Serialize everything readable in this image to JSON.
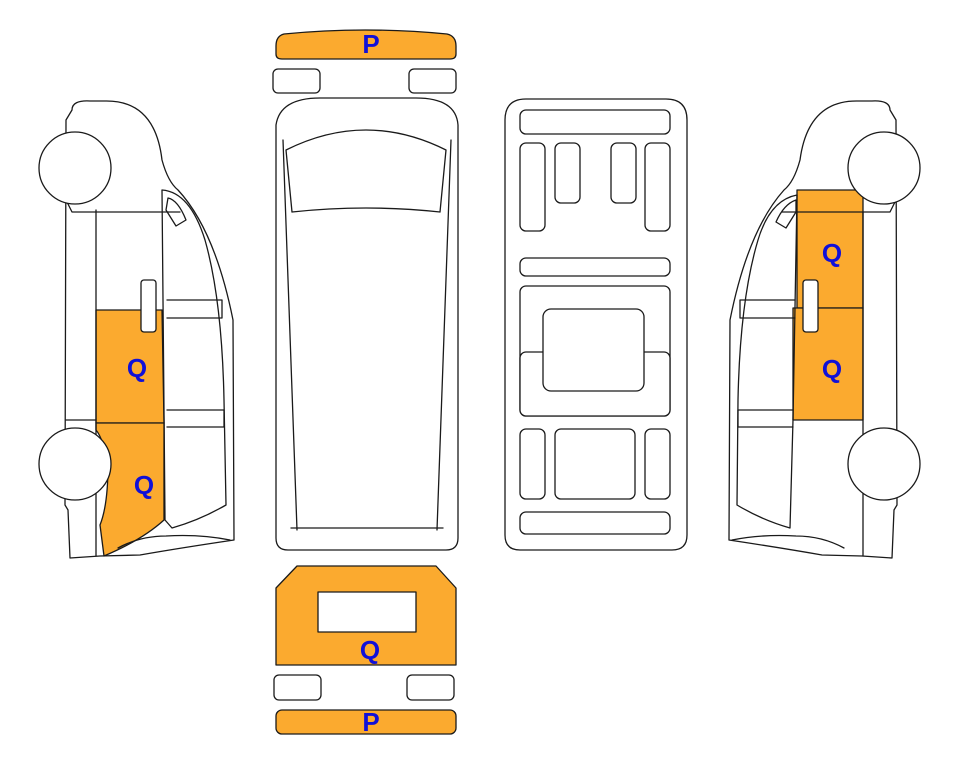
{
  "colors": {
    "highlight": "#FBAA2F",
    "label": "#1010D8",
    "outline": "#1a1a1a",
    "background": "#ffffff"
  },
  "views": {
    "front_bumper": {
      "label": "P"
    },
    "left_rear_door": {
      "label": "Q"
    },
    "left_rear_quarter": {
      "label": "Q"
    },
    "right_front_panel": {
      "label": "Q"
    },
    "right_lower_panel": {
      "label": "Q"
    },
    "tailgate": {
      "label": "Q"
    },
    "rear_bumper": {
      "label": "P"
    }
  }
}
